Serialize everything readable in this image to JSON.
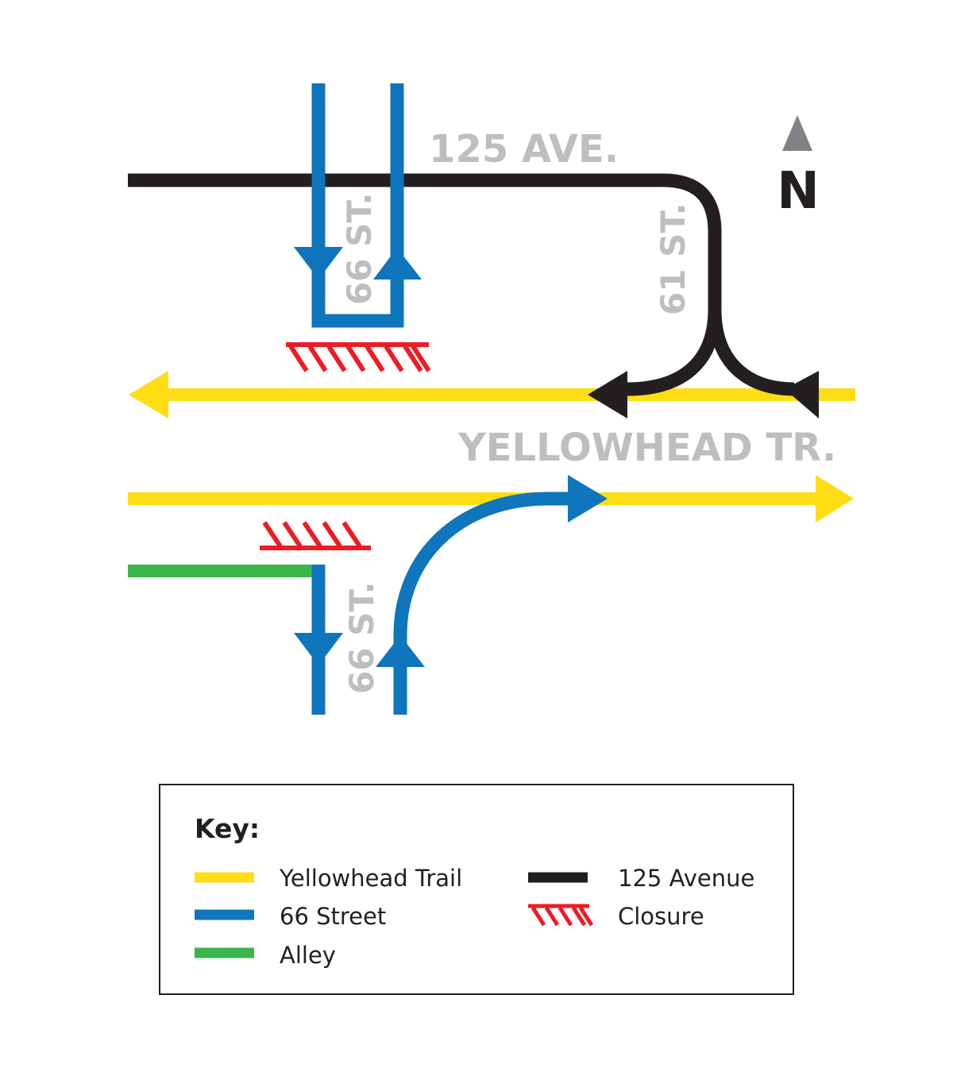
{
  "colors": {
    "yellow": "#ffdd15",
    "blue": "#0f75bc",
    "black": "#231f20",
    "red": "#ed1c24",
    "green": "#39b54a",
    "label": "#bcbec0",
    "north": "#808285"
  },
  "labels": {
    "ave125": "125 AVE.",
    "yellowhead": "YELLOWHEAD TR.",
    "st66_north": "66 ST.",
    "st61": "61 ST.",
    "st66_south": "66 ST."
  },
  "north": {
    "letter": "N"
  },
  "legend": {
    "title": "Key:",
    "items": [
      {
        "label": "Yellowhead Trail",
        "kind": "line",
        "color": "#ffdd15"
      },
      {
        "label": "66 Street",
        "kind": "line",
        "color": "#0f75bc"
      },
      {
        "label": "Alley",
        "kind": "line",
        "color": "#39b54a"
      },
      {
        "label": "125 Avenue",
        "kind": "line",
        "color": "#231f20"
      },
      {
        "label": "Closure",
        "kind": "closure",
        "color": "#ed1c24"
      }
    ]
  }
}
